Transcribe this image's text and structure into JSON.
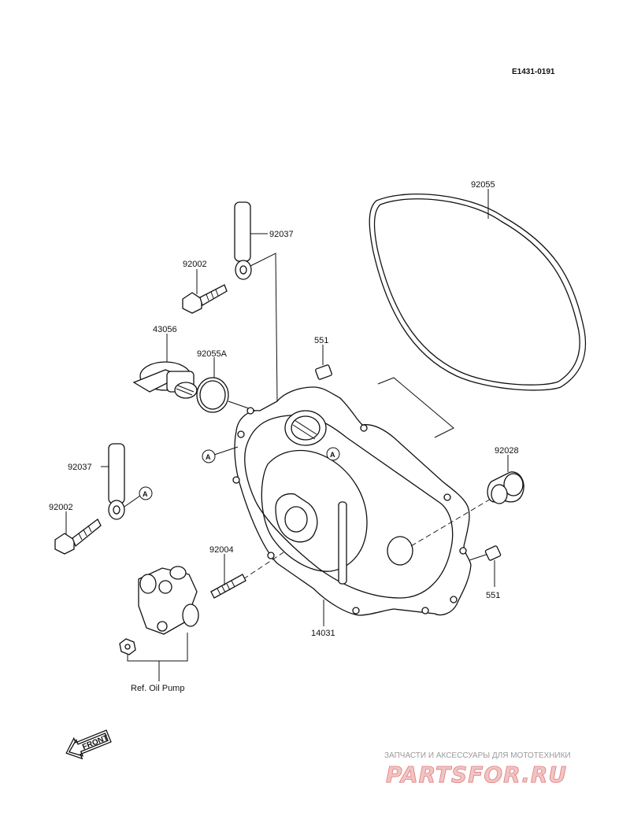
{
  "diagram_code": "E1431-0191",
  "labels": {
    "p92055": "92055",
    "p92037_top": "92037",
    "p92002_top": "92002",
    "p43056": "43056",
    "p92055A": "92055A",
    "p551_top": "551",
    "p92037_left": "92037",
    "p92002_left": "92002",
    "p92004": "92004",
    "p92028": "92028",
    "p551_right": "551",
    "p14031": "14031",
    "ref_oil_pump": "Ref. Oil Pump"
  },
  "markers": {
    "a1": "A",
    "a2": "A",
    "a3": "A"
  },
  "front_arrow": "FRONT",
  "watermark": {
    "tagline": "ЗАПЧАСТИ И АКСЕССУАРЫ ДЛЯ МОТОТЕХНИКИ",
    "logo": "PARTSFOR.RU"
  }
}
